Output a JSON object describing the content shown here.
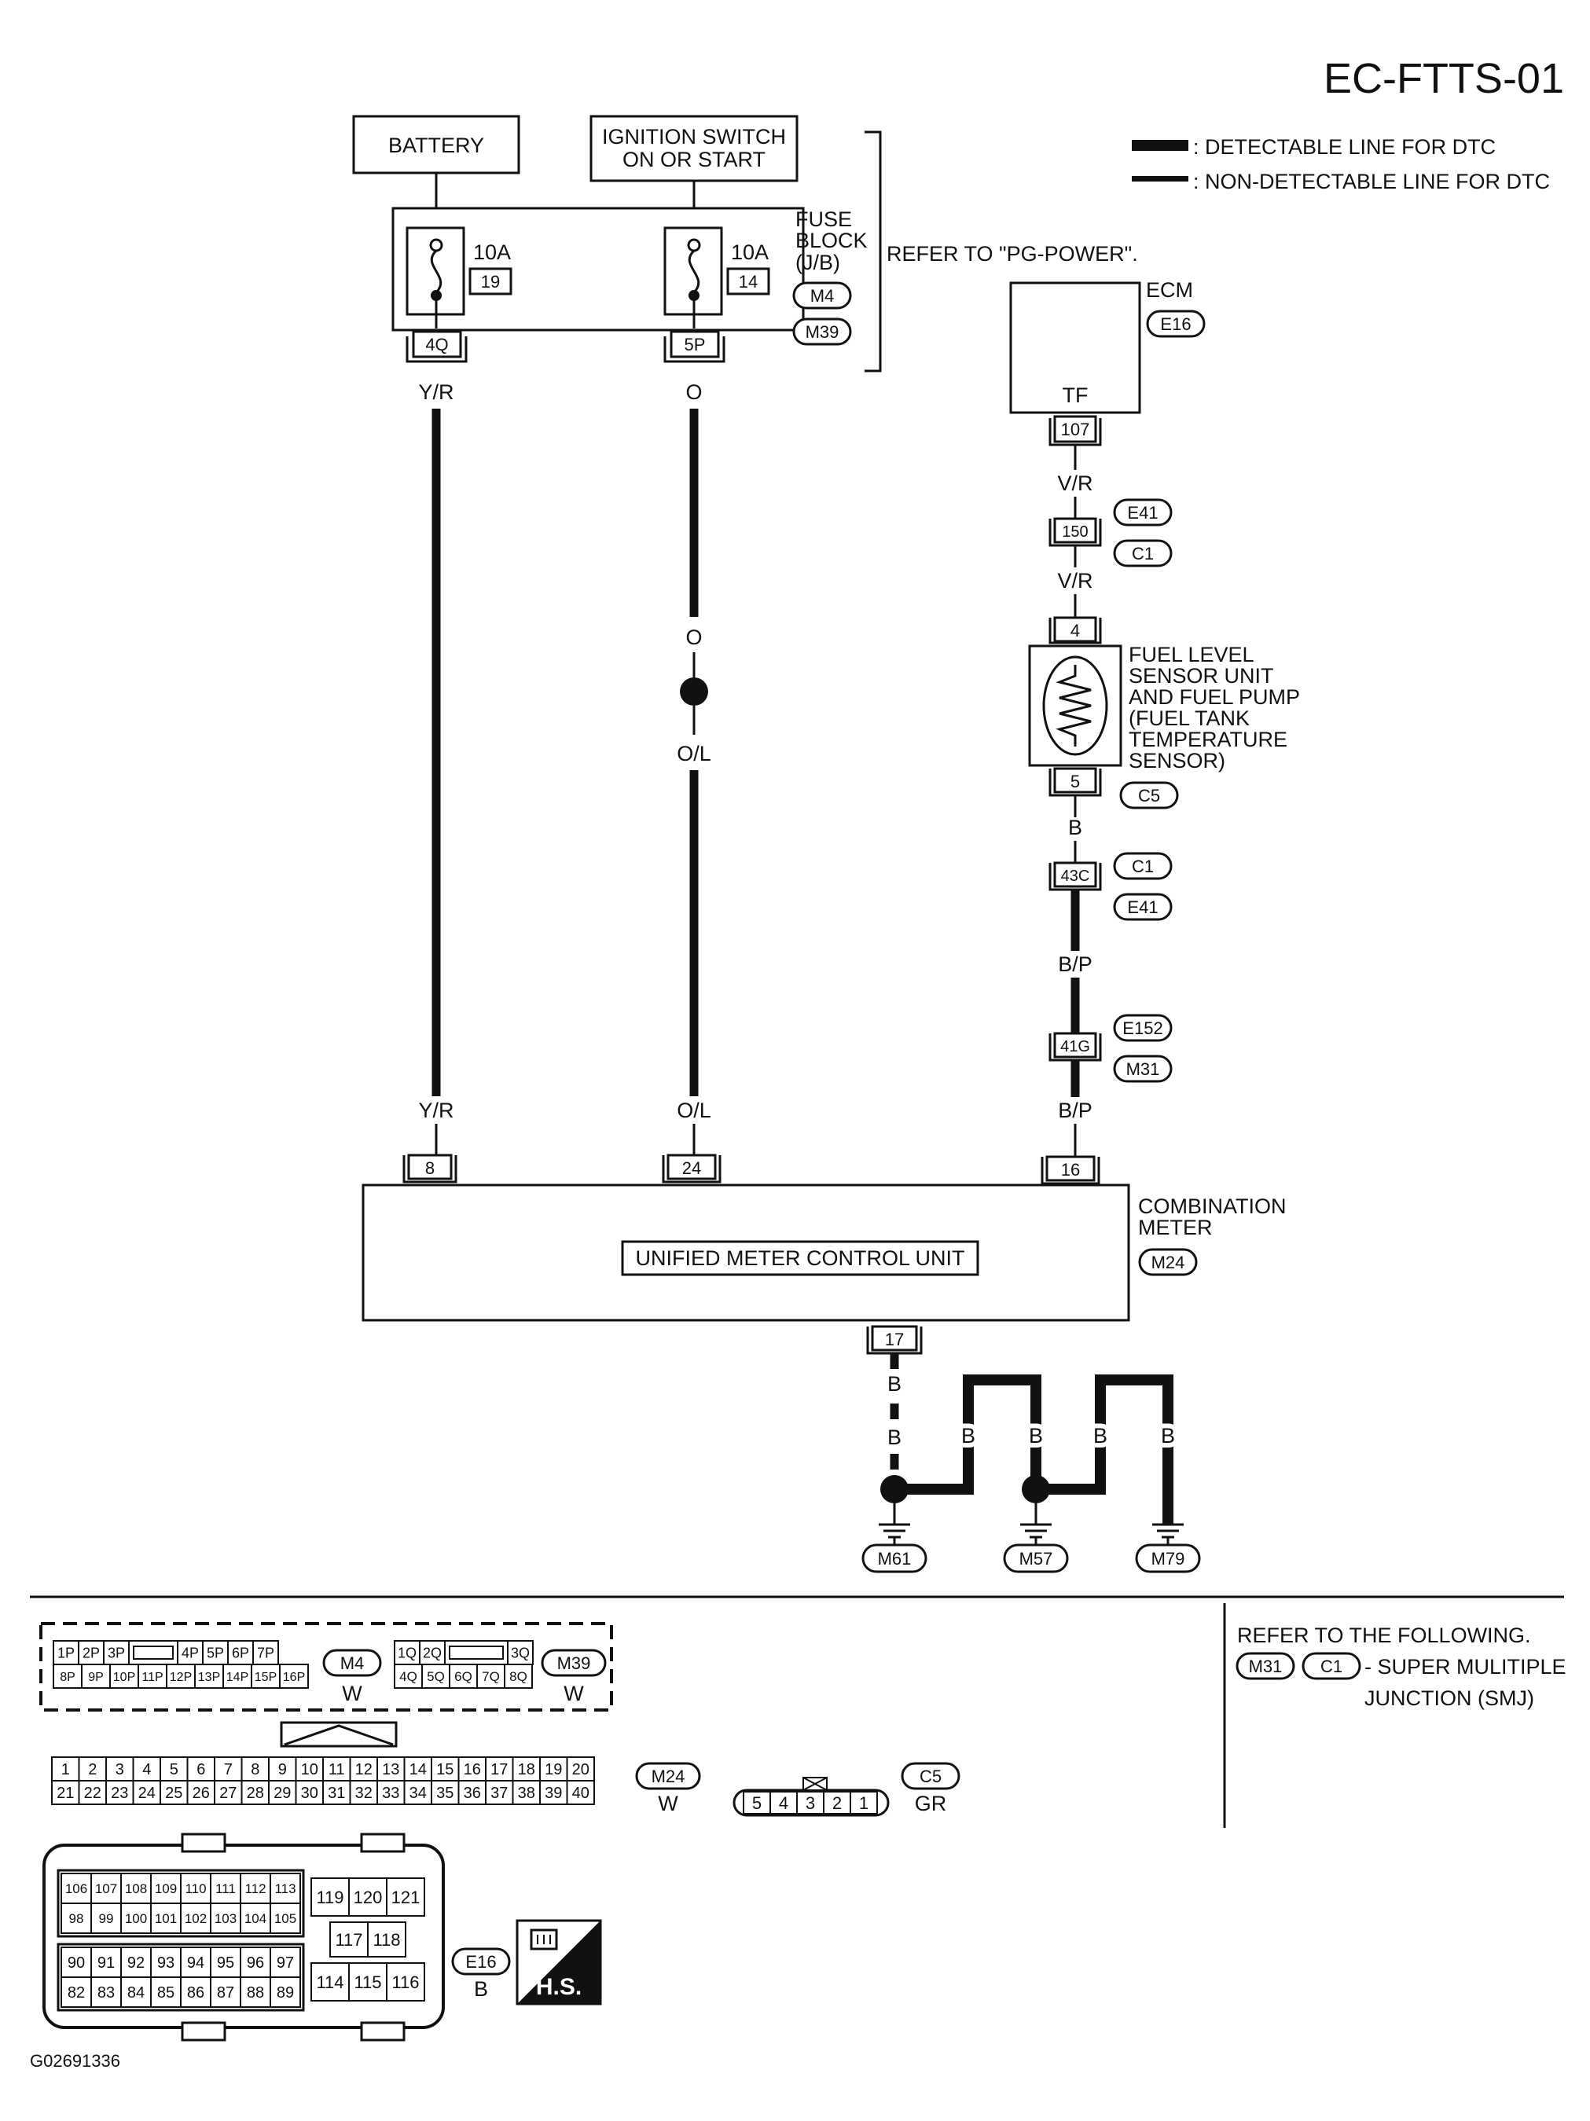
{
  "page_code": "EC-FTTS-01",
  "figure_id": "G02691336",
  "legend": {
    "detectable": ": DETECTABLE LINE FOR DTC",
    "non_detectable": ": NON-DETECTABLE LINE FOR DTC"
  },
  "sources": {
    "battery": "BATTERY",
    "ignition_line1": "IGNITION SWITCH",
    "ignition_line2": "ON OR START"
  },
  "fuse_block": {
    "label_1": "FUSE",
    "label_2": "BLOCK",
    "label_3": "(J/B)",
    "connector_1": "M4",
    "connector_2": "M39",
    "refer_text": "REFER TO \"PG-POWER\".",
    "fuse_a_rating": "10A",
    "fuse_a_number": "19",
    "fuse_b_rating": "10A",
    "fuse_b_number": "14",
    "terminal_a": "4Q",
    "terminal_b": "5P"
  },
  "ecm": {
    "label": "ECM",
    "connector": "E16",
    "terminal_name": "TF",
    "terminal": "107"
  },
  "wires": {
    "yr_top": "Y/R",
    "o_top": "O",
    "o_mid": "O",
    "ol_mid": "O/L",
    "yr_bottom": "Y/R",
    "ol_bottom": "O/L",
    "vr_1": "V/R",
    "vr_2": "V/R",
    "b_sensor": "B",
    "bp_1": "B/P",
    "bp_2": "B/P"
  },
  "junctions": {
    "j150": "150",
    "j150_conn_1": "E41",
    "j150_conn_2": "C1",
    "j43c": "43C",
    "j43c_conn_1": "C1",
    "j43c_conn_2": "E41",
    "j41g": "41G",
    "j41g_conn_1": "E152",
    "j41g_conn_2": "M31"
  },
  "sensor": {
    "line1": "FUEL  LEVEL",
    "line2": "SENSOR UNIT",
    "line3": "AND FUEL PUMP",
    "line4": "(FUEL TANK",
    "line5": "TEMPERATURE",
    "line6": "SENSOR)",
    "terminal_top": "4",
    "terminal_bottom": "5",
    "connector": "C5"
  },
  "meter": {
    "inner_label": "UNIFIED METER CONTROL UNIT",
    "label_1": "COMBINATION",
    "label_2": "METER",
    "connector": "M24",
    "terminal_1": "8",
    "terminal_2": "24",
    "terminal_3": "16",
    "terminal_ground": "17"
  },
  "ground": {
    "b1": "B",
    "b2": "B",
    "b3": "B",
    "b4": "B",
    "b5": "B",
    "b6": "B",
    "g1": "M61",
    "g2": "M57",
    "g3": "M79"
  },
  "connectors_bottom": {
    "m4_pins_row1": [
      "1P",
      "2P",
      "3P",
      "",
      "4P",
      "5P",
      "6P",
      "7P"
    ],
    "m4_pins_row2": [
      "8P",
      "9P",
      "10P",
      "11P",
      "12P",
      "13P",
      "14P",
      "15P",
      "16P"
    ],
    "m4_name": "M4",
    "m4_color": "W",
    "m39_pins_row1": [
      "1Q",
      "2Q",
      "",
      "3Q"
    ],
    "m39_pins_row2": [
      "4Q",
      "5Q",
      "6Q",
      "7Q",
      "8Q"
    ],
    "m39_name": "M39",
    "m39_color": "W",
    "m24_row1": [
      "1",
      "2",
      "3",
      "4",
      "5",
      "6",
      "7",
      "8",
      "9",
      "10",
      "11",
      "12",
      "13",
      "14",
      "15",
      "16",
      "17",
      "18",
      "19",
      "20"
    ],
    "m24_row2": [
      "21",
      "22",
      "23",
      "24",
      "25",
      "26",
      "27",
      "28",
      "29",
      "30",
      "31",
      "32",
      "33",
      "34",
      "35",
      "36",
      "37",
      "38",
      "39",
      "40"
    ],
    "m24_name": "M24",
    "m24_color": "W",
    "c5_pins": [
      "5",
      "4",
      "3",
      "2",
      "1"
    ],
    "c5_name": "C5",
    "c5_color": "GR",
    "e16_upper_row1": [
      "106",
      "107",
      "108",
      "109",
      "110",
      "111",
      "112",
      "113"
    ],
    "e16_upper_row2": [
      "98",
      "99",
      "100",
      "101",
      "102",
      "103",
      "104",
      "105"
    ],
    "e16_lower_row1": [
      "90",
      "91",
      "92",
      "93",
      "94",
      "95",
      "96",
      "97"
    ],
    "e16_lower_row2": [
      "82",
      "83",
      "84",
      "85",
      "86",
      "87",
      "88",
      "89"
    ],
    "e16_right_top": [
      "119",
      "120",
      "121"
    ],
    "e16_right_mid": [
      "117",
      "118"
    ],
    "e16_right_bottom": [
      "114",
      "115",
      "116"
    ],
    "e16_name": "E16",
    "e16_color": "B",
    "hs_label": "H.S."
  },
  "refer_note": {
    "line1": "REFER TO THE FOLLOWING.",
    "conn_a": "M31",
    "conn_b": "C1",
    "text": "- SUPER MULITIPLE",
    "line3": "JUNCTION (SMJ)"
  }
}
